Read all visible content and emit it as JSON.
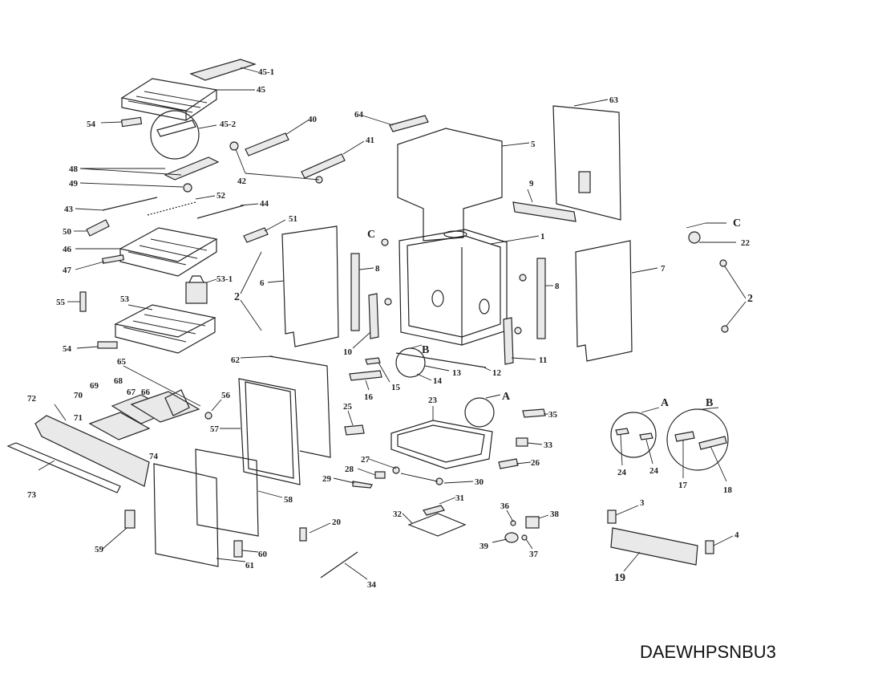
{
  "diagram": {
    "model_code": "DAEWHPSNBU3",
    "detail_markers": [
      "A",
      "B",
      "C"
    ],
    "callouts": [
      "45-1",
      "45",
      "54",
      "45-2",
      "48",
      "49",
      "43",
      "52",
      "44",
      "50",
      "46",
      "47",
      "53-1",
      "55",
      "53",
      "54",
      "65",
      "72",
      "70",
      "69",
      "68",
      "67",
      "66",
      "71",
      "74",
      "73",
      "59",
      "40",
      "41",
      "42",
      "51",
      "2",
      "6",
      "8",
      "10",
      "62",
      "56",
      "57",
      "64",
      "63",
      "5",
      "9",
      "1",
      "7",
      "22",
      "2",
      "8",
      "11",
      "12",
      "13",
      "14",
      "15",
      "16",
      "25",
      "23",
      "35",
      "33",
      "26",
      "27",
      "28",
      "29",
      "30",
      "31",
      "32",
      "36",
      "38",
      "37",
      "39",
      "20",
      "34",
      "58",
      "60",
      "61",
      "3",
      "4",
      "19",
      "24",
      "24",
      "17",
      "18"
    ]
  }
}
